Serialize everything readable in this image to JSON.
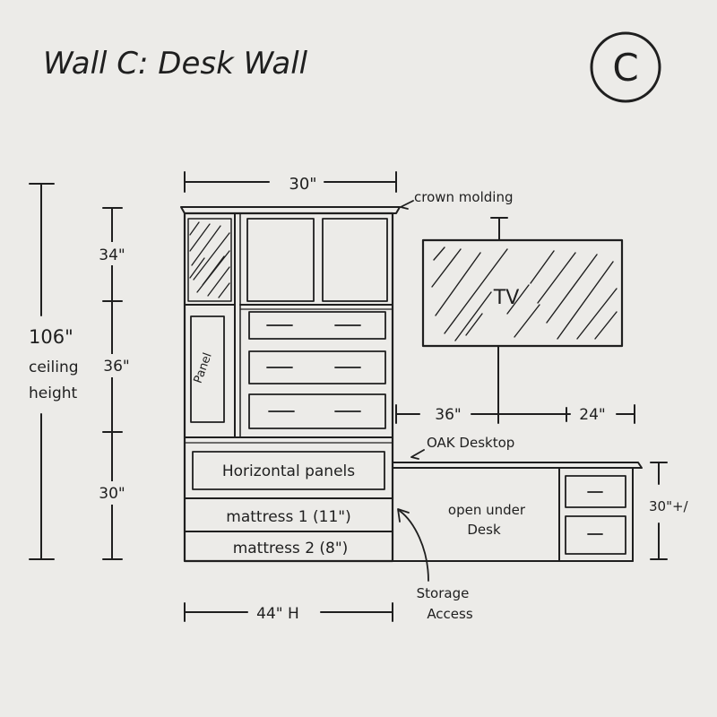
{
  "title": "Wall C: Desk Wall",
  "corner_badge": "C",
  "labels": {
    "top_width": "30\"",
    "crown_molding": "crown molding",
    "section_upper": "34\"",
    "section_middle": "36\"",
    "section_lower": "30\"",
    "ceiling_value": "106\"",
    "ceiling_word1": "ceiling",
    "ceiling_word2": "height",
    "panel": "Panel",
    "tv": "TV",
    "tv_left": "36\"",
    "tv_right": "24\"",
    "oak_desktop": "OAK Desktop",
    "horizontal_panels": "Horizontal panels",
    "mattress1": "mattress 1 (11\")",
    "mattress2": "mattress 2 (8\")",
    "open_under_1": "open under",
    "open_under_2": "Desk",
    "desk_height": "30\"+/",
    "bottom_width": "44\" H",
    "storage_1": "Storage",
    "storage_2": "Access"
  }
}
